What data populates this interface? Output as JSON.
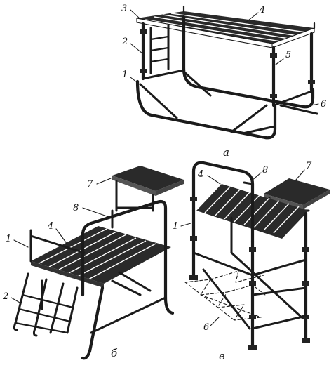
{
  "figures": {
    "a": {
      "caption": "а",
      "callouts": [
        "3",
        "4",
        "2",
        "5",
        "1",
        "6"
      ]
    },
    "b": {
      "caption": "б",
      "callouts": [
        "7",
        "8",
        "4",
        "1",
        "2"
      ]
    },
    "c": {
      "caption": "в",
      "callouts": [
        "4",
        "8",
        "7",
        "1",
        "6"
      ]
    }
  },
  "colors": {
    "ink": "#1b1b1b",
    "paper": "#ffffff"
  }
}
